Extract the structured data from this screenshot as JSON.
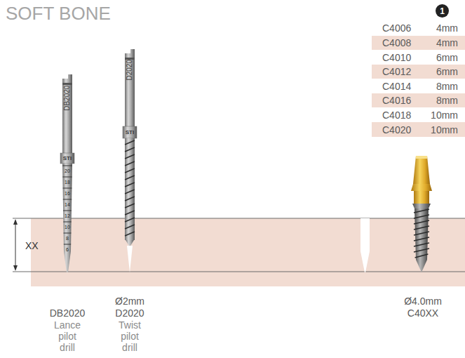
{
  "diagram": {
    "title": "SOFT BONE",
    "nodes": [
      {
        "text": [
          "1"
        ]
      }
    ],
    "labels": [
      "C4006",
      "4mm",
      "C4008",
      "4mm",
      "C4010",
      "6mm",
      "C4012",
      "6mm",
      "C4014",
      "8mm",
      "C4016",
      "8mm",
      "C4018",
      "10mm",
      "C4020",
      "10mm",
      "DB2020",
      "STI",
      "20",
      "18",
      "16",
      "14",
      "12",
      "10",
      "8",
      "6",
      "D2020",
      "STI",
      "XX",
      "DB2020",
      "Lance pilot drill",
      "Ø2mm",
      "D2020",
      "Twist pilot drill",
      "Ø4.0mm",
      "C40XX"
    ]
  }
}
